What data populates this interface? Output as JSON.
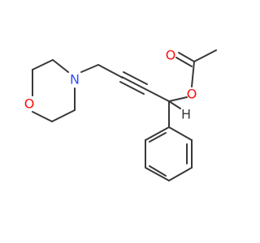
{
  "molecule": {
    "atoms": [
      {
        "id": "O_carbonyl",
        "label": "O",
        "color": "#ff0d0d"
      },
      {
        "id": "O_ester",
        "label": "O",
        "color": "#ff0d0d"
      },
      {
        "id": "N_morpholine",
        "label": "N",
        "color": "#3050f8"
      },
      {
        "id": "O_morpholine",
        "label": "O",
        "color": "#ff0d0d"
      },
      {
        "id": "H_methine",
        "label": "H",
        "color": "#383838"
      }
    ],
    "bond_color": "#383838"
  }
}
